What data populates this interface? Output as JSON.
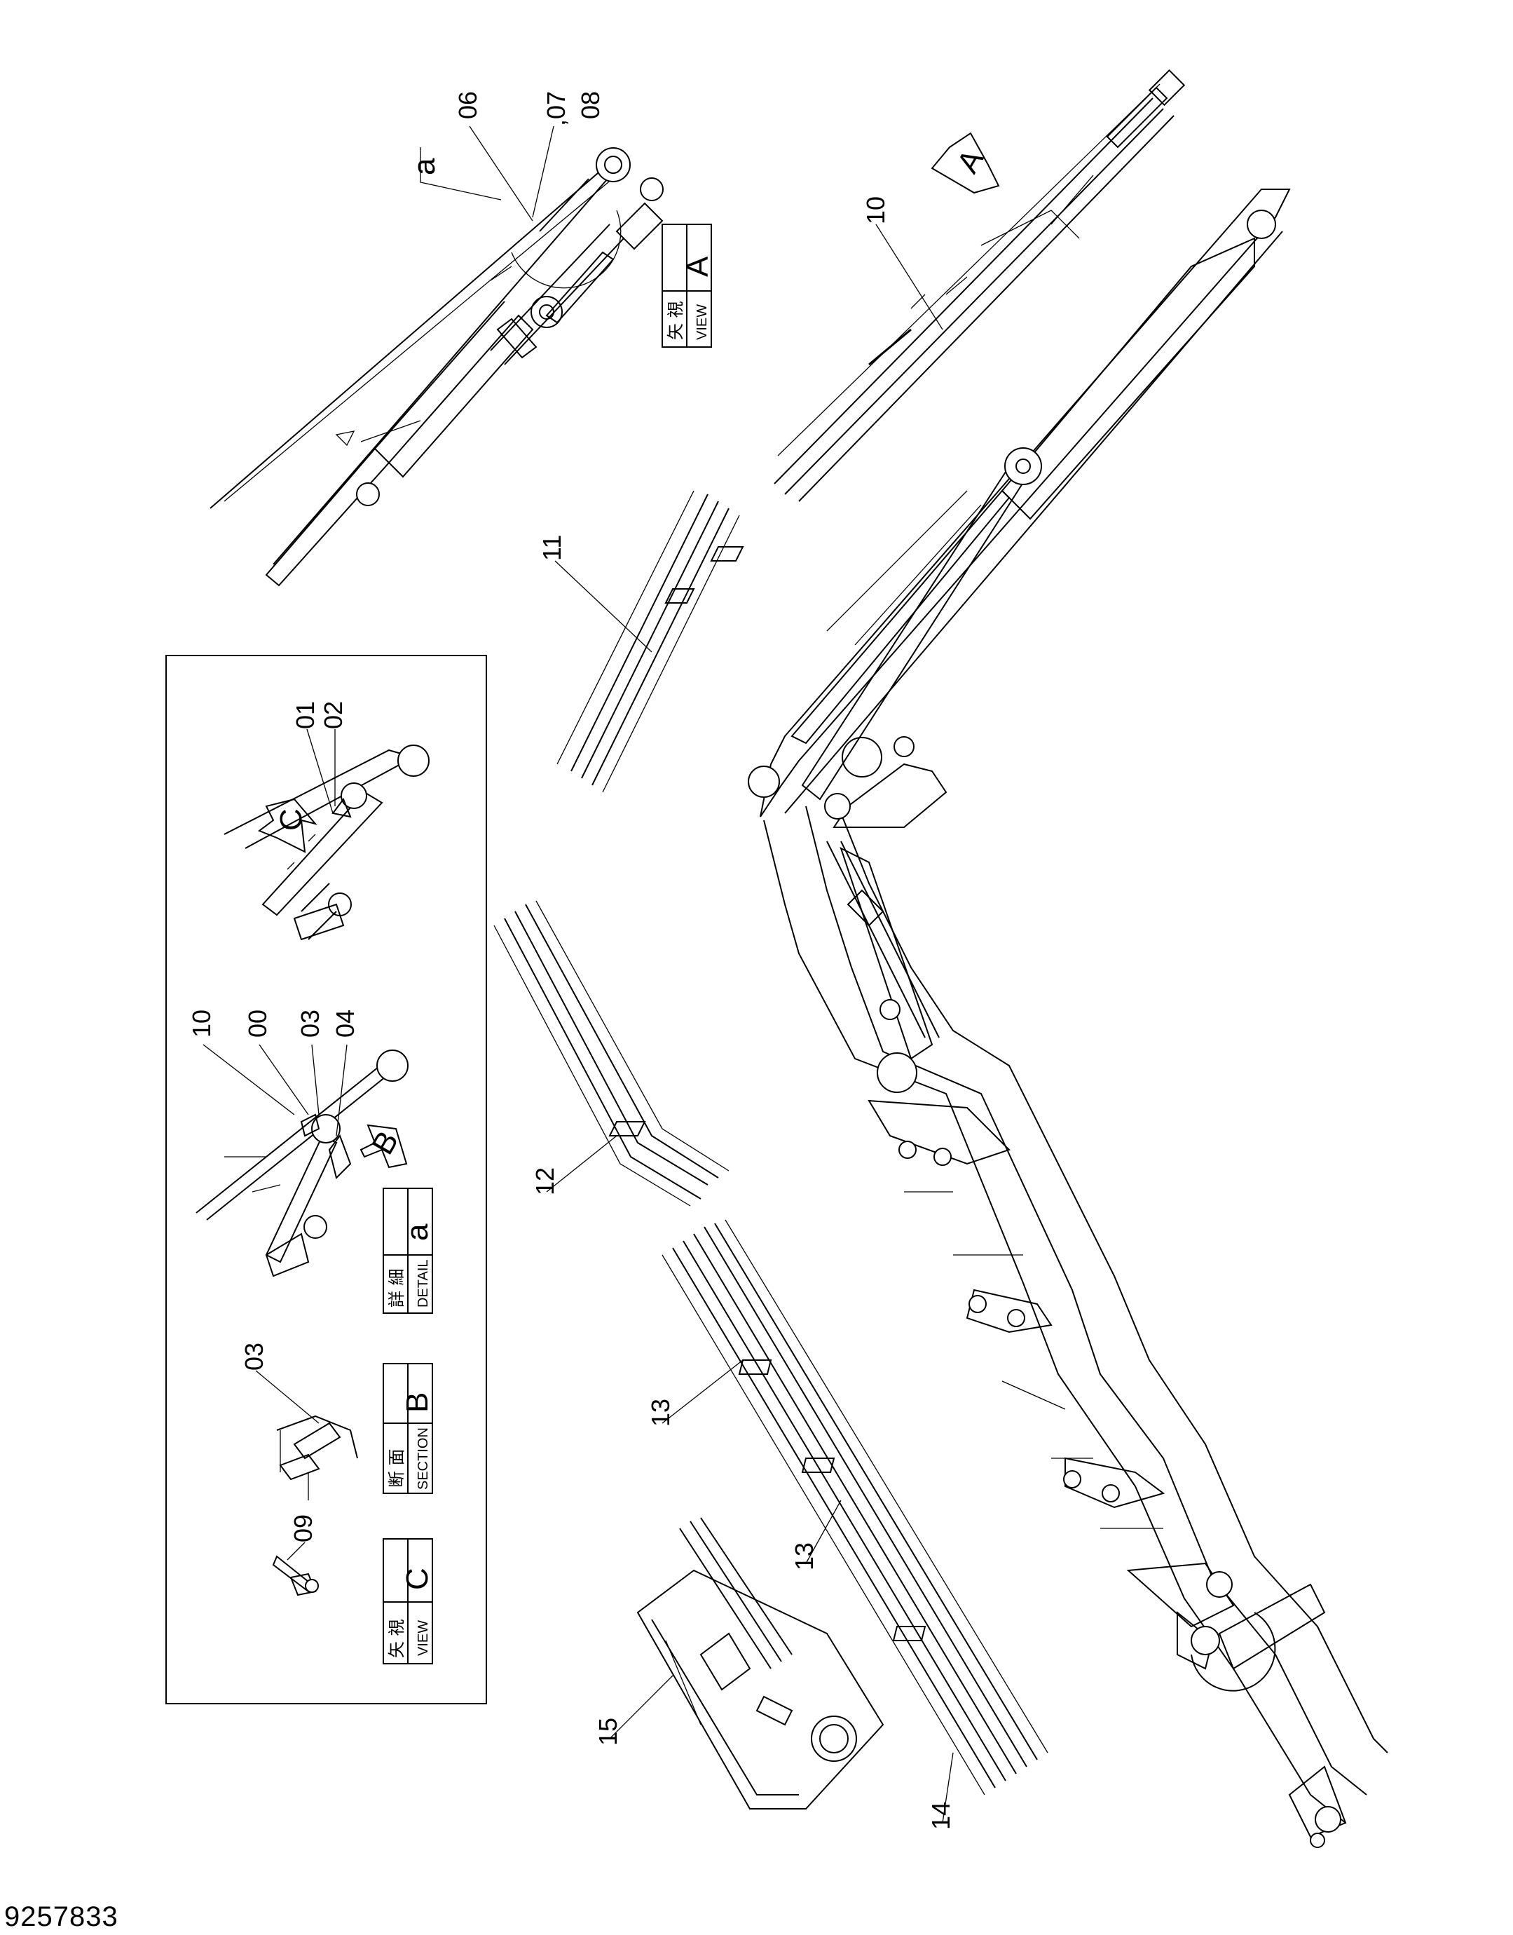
{
  "drawing_number": "9257833",
  "callouts": {
    "c00": "00",
    "c01": "01",
    "c02": "02",
    "c03": "03",
    "c03b": "03",
    "c04": "04",
    "c06": "06",
    "c07": "07",
    "c08": "08",
    "c09": "09",
    "c10": "10",
    "c10b": "10",
    "c11": "11",
    "c12": "12",
    "c13a": "13",
    "c13b": "13",
    "c14": "14",
    "c15": "15",
    "sep": ","
  },
  "view_markers": {
    "a_marker": "a",
    "arrow_A": "A",
    "arrow_B": "B",
    "arrow_C": "C"
  },
  "label_boxes": {
    "view_a": {
      "jp": "矢 視",
      "en": "VIEW",
      "letter": "A"
    },
    "detail_a": {
      "jp": "詳 細",
      "en": "DETAIL",
      "letter": "a"
    },
    "section_b": {
      "jp": "断 面",
      "en": "SECTION",
      "letter": "B"
    },
    "view_c": {
      "jp": "矢 視",
      "en": "VIEW",
      "letter": "C"
    }
  }
}
